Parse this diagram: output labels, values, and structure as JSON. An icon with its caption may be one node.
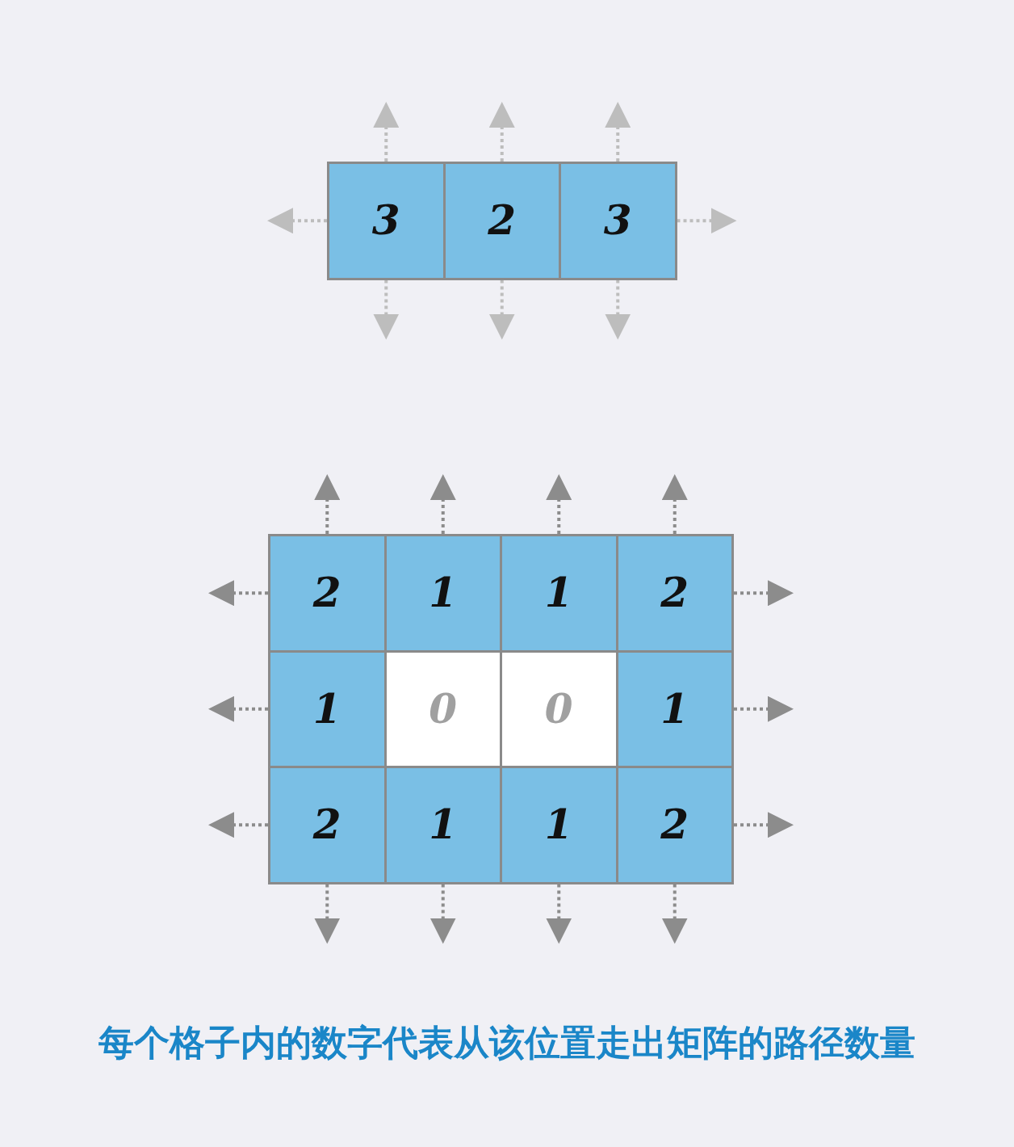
{
  "diagram": {
    "caption": "每个格子内的数字代表从该位置走出矩阵的路径数量",
    "nodes": [
      {
        "text": [
          "3"
        ]
      },
      {
        "text": [
          "2"
        ]
      },
      {
        "text": [
          "3"
        ]
      },
      {
        "text": [
          "2"
        ]
      },
      {
        "text": [
          "1"
        ]
      },
      {
        "text": [
          "1"
        ]
      },
      {
        "text": [
          "2"
        ]
      },
      {
        "text": [
          "1"
        ]
      },
      {
        "text": [
          "0"
        ]
      },
      {
        "text": [
          "0"
        ]
      },
      {
        "text": [
          "1"
        ]
      },
      {
        "text": [
          "2"
        ]
      },
      {
        "text": [
          "1"
        ]
      },
      {
        "text": [
          "1"
        ]
      },
      {
        "text": [
          "2"
        ]
      }
    ],
    "edges": [
      {
        "from": 0,
        "to": null,
        "arrow": "to",
        "color": "#bdbdbd"
      },
      {
        "from": 1,
        "to": null,
        "arrow": "to",
        "color": "#bdbdbd"
      },
      {
        "from": 2,
        "to": null,
        "arrow": "to",
        "color": "#bdbdbd"
      },
      {
        "from": 0,
        "to": null,
        "arrow": "to",
        "color": "#bdbdbd"
      },
      {
        "from": 2,
        "to": null,
        "arrow": "to",
        "color": "#bdbdbd"
      },
      {
        "from": 0,
        "to": null,
        "arrow": "to",
        "color": "#bdbdbd"
      },
      {
        "from": 1,
        "to": null,
        "arrow": "to",
        "color": "#bdbdbd"
      },
      {
        "from": 2,
        "to": null,
        "arrow": "to",
        "color": "#bdbdbd"
      },
      {
        "from": 3,
        "to": null,
        "arrow": "to"
      },
      {
        "from": 4,
        "to": null,
        "arrow": "to"
      },
      {
        "from": 5,
        "to": null,
        "arrow": "to"
      },
      {
        "from": 6,
        "to": null,
        "arrow": "to"
      },
      {
        "from": 3,
        "to": null,
        "arrow": "to"
      },
      {
        "from": 6,
        "to": null,
        "arrow": "to"
      },
      {
        "from": 7,
        "to": null,
        "arrow": "to"
      },
      {
        "from": 10,
        "to": null,
        "arrow": "to"
      },
      {
        "from": 11,
        "to": null,
        "arrow": "to"
      },
      {
        "from": 14,
        "to": null,
        "arrow": "to"
      },
      {
        "from": 11,
        "to": null,
        "arrow": "to"
      },
      {
        "from": 12,
        "to": null,
        "arrow": "to"
      },
      {
        "from": 13,
        "to": null,
        "arrow": "to"
      },
      {
        "from": 14,
        "to": null,
        "arrow": "to"
      }
    ]
  }
}
